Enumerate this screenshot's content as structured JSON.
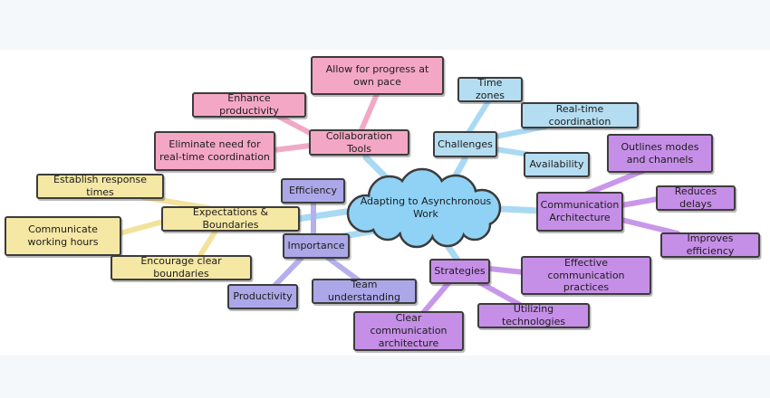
{
  "canvas": {
    "band_color": "#f4f8fb",
    "background": "#ffffff",
    "border_color": "#3c3c3c",
    "text_color": "#1c1c1c"
  },
  "root": {
    "label": "Adapting to Asynchronous Work",
    "fill": "#8fd2f6",
    "connector_color": "#a9d9f3"
  },
  "branches": [
    {
      "label": "Collaboration Tools",
      "fill": "#f4a7c4",
      "line_color": "#f2a9c6",
      "children": [
        {
          "label": "Allow for progress at own pace"
        },
        {
          "label": "Enhance productivity"
        },
        {
          "label": "Eliminate need for real-time coordination"
        }
      ]
    },
    {
      "label": "Challenges",
      "fill": "#b5ddf1",
      "line_color": "#a9d9f3",
      "children": [
        {
          "label": "Time zones"
        },
        {
          "label": "Real-time coordination"
        },
        {
          "label": "Availability"
        }
      ]
    },
    {
      "label": "Communication Architecture",
      "fill": "#c68fe7",
      "line_color": "#c997ea",
      "children": [
        {
          "label": "Outlines modes and channels"
        },
        {
          "label": "Reduces delays"
        },
        {
          "label": "Improves efficiency"
        }
      ]
    },
    {
      "label": "Expectations & Boundaries",
      "fill": "#f5e7a4",
      "line_color": "#f2e29b",
      "children": [
        {
          "label": "Establish response times"
        },
        {
          "label": "Communicate working hours"
        },
        {
          "label": "Encourage clear boundaries"
        }
      ]
    },
    {
      "label": "Importance",
      "fill": "#aca7e8",
      "line_color": "#b5b0ec",
      "children": [
        {
          "label": "Efficiency"
        },
        {
          "label": "Productivity"
        },
        {
          "label": "Team understanding"
        }
      ]
    },
    {
      "label": "Strategies",
      "fill": "#c68fe7",
      "line_color": "#c997ea",
      "children": [
        {
          "label": "Effective communication practices"
        },
        {
          "label": "Utilizing technologies"
        },
        {
          "label": "Clear communication architecture"
        }
      ]
    }
  ]
}
